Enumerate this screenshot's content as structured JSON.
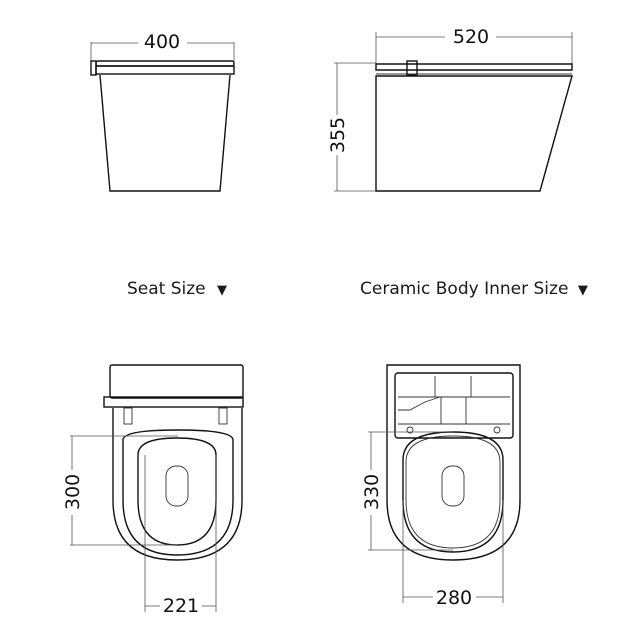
{
  "views": {
    "front": {
      "width_label": "400"
    },
    "side": {
      "length_label": "520",
      "height_label": "355"
    },
    "seat": {
      "title": "Seat Size",
      "length_label": "300",
      "width_label": "221"
    },
    "ceramic": {
      "title": "Ceramic Body Inner Size",
      "length_label": "330",
      "width_label": "280"
    }
  },
  "icons": {
    "dropdown": "triangle-down"
  },
  "colors": {
    "line": "#111111",
    "background": "#ffffff"
  }
}
